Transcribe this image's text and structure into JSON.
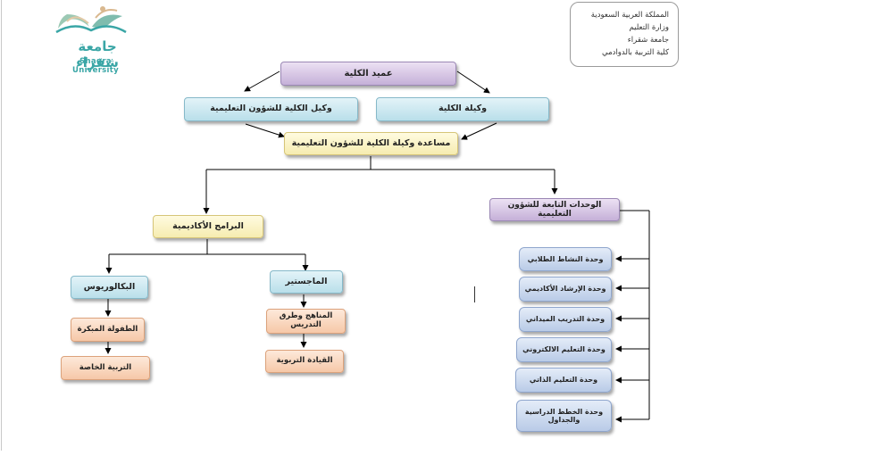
{
  "logo": {
    "arabic": "جامعة شقراء",
    "english": "Shaqra University"
  },
  "header": {
    "line1": "المملكة العربية السعودية",
    "line2": "وزارة التعليم",
    "line3": "جامعة شقراء",
    "line4": "كلية التربية بالدوادمي"
  },
  "chart": {
    "dean": "عميد الكلية",
    "vice_dean_education": "وكيل الكلية للشؤون التعليمية",
    "vice_dean_female": "وكيلة الكلية",
    "assistant_vice_dean": "مساعدة وكيلة الكلية للشؤون التعليمية",
    "academic_programs": "البرامج الأكاديمية",
    "affiliated_units": "الوحدات التابعة للشؤون التعليمية",
    "bachelor": "البكالوريوس",
    "master": "الماجستير",
    "early_childhood": "الطفولة المبكرة",
    "special_education": "التربية الخاصة",
    "curricula": "المناهج وطرق التدريس",
    "edu_leadership": "القيادة التربوية",
    "units": [
      "وحدة النشاط الطلابي",
      "وحدة الإرشاد الأكاديمي",
      "وحدة التدريب الميداني",
      "وحدة التعليم الالكتروني",
      "وحدة التعليم الذاتي",
      "وحدة الخطط الدراسية والجداول"
    ]
  },
  "colors": {
    "purple": "#c5b0d8",
    "blue": "#b9dfea",
    "yellow": "#f6ecb0",
    "orange": "#f6c8a8",
    "unit_blue": "#b9cbe7",
    "logo_teal": "#3aa6a6"
  }
}
